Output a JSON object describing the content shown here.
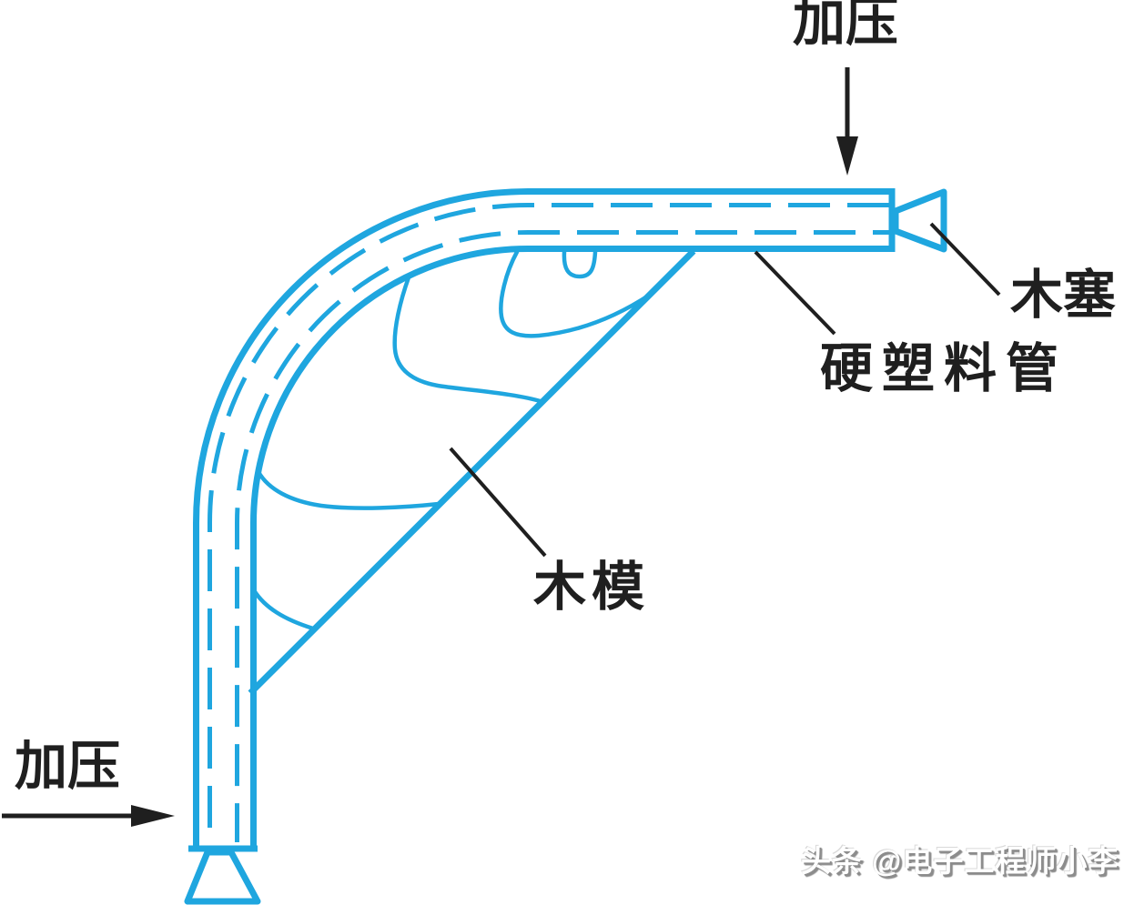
{
  "labels": {
    "pressure_top": "加压",
    "pressure_left": "加压",
    "wood_plug": "木塞",
    "hard_plastic_tube": "硬塑料管",
    "wood_mold": "木模"
  },
  "watermark": "头条 @电子工程师小李",
  "colors": {
    "tube": "#1FA6DF",
    "ink": "#1F1F1F",
    "wm-shadow": "#8C8C8C"
  }
}
